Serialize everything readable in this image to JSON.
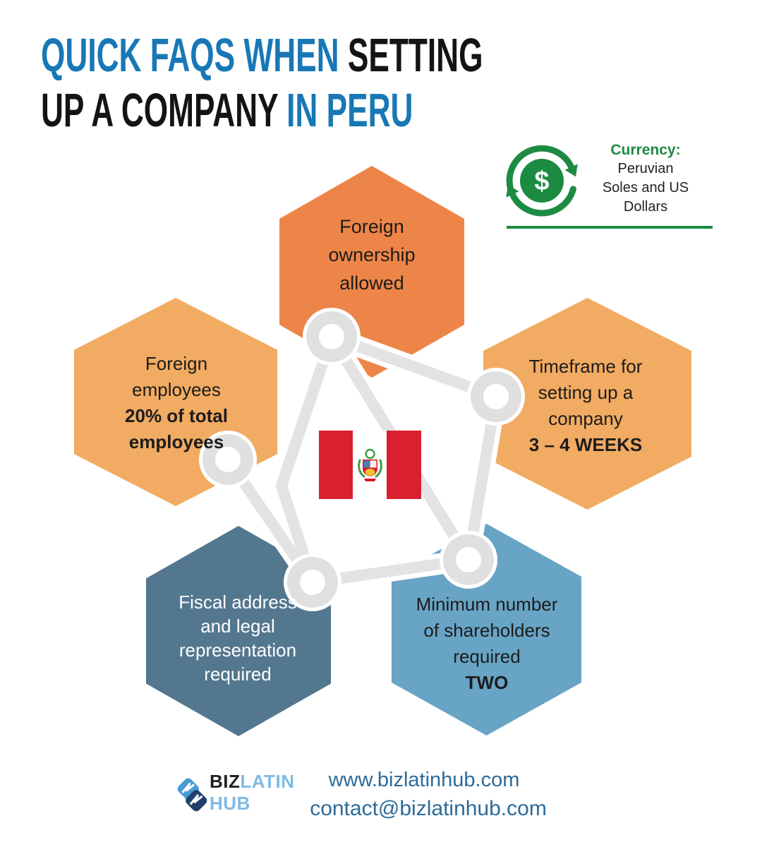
{
  "title": {
    "line1_blue": "QUICK FAQS WHEN ",
    "line1_black": "SETTING",
    "line2_black": "UP A COMPANY ",
    "line2_blue": "IN PERU"
  },
  "currency": {
    "icon": "currency-cycle-icon",
    "label": "Currency:",
    "lines": [
      "Peruvian",
      "Soles and US",
      "Dollars"
    ],
    "accent_color": "#1d8a42"
  },
  "hexagons": [
    {
      "id": "foreign-ownership",
      "color": "#ee8548",
      "lines": [
        "Foreign",
        "ownership",
        "allowed"
      ]
    },
    {
      "id": "foreign-employees",
      "color": "#f2ab62",
      "lines": [
        "Foreign",
        "employees",
        "20% of total",
        "employees"
      ]
    },
    {
      "id": "timeframe",
      "color": "#f2ab62",
      "lines": [
        "Timeframe for",
        "setting up a",
        "company",
        "3 – 4 WEEKS"
      ]
    },
    {
      "id": "fiscal-address",
      "color": "#53778f",
      "lines": [
        "Fiscal address",
        "and legal",
        "representation",
        "required"
      ]
    },
    {
      "id": "shareholders",
      "color": "#68a4c5",
      "lines": [
        "Minimum number",
        "of shareholders",
        "required",
        "TWO"
      ]
    }
  ],
  "flag": {
    "icon": "peru-flag",
    "red": "#da1f2e"
  },
  "network": {
    "line_color": "#e3e3e3",
    "node_color": "#e0e0e0"
  },
  "footer": {
    "logo_icon": "bizlatinhub-logo-icon",
    "brand_biz": "BIZ",
    "brand_latin": "LATIN",
    "brand_hub": "HUB",
    "website": "www.bizlatinhub.com",
    "email": "contact@bizlatinhub.com"
  }
}
